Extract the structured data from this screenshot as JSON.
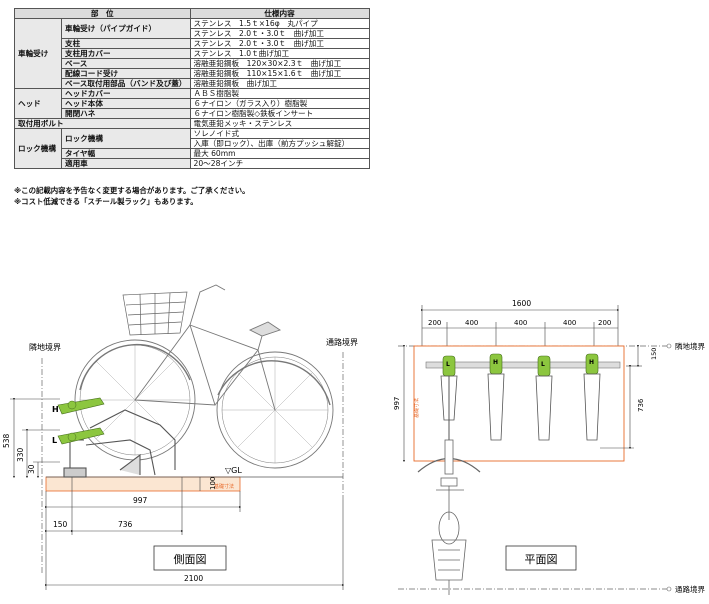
{
  "spec": {
    "headers": [
      "部　位",
      "仕様内容"
    ],
    "groups": [
      {
        "group": "車輪受け",
        "rows": [
          {
            "part": "車輪受け（パイプガイド）",
            "value": "ステンレス　1.5ｔ×16φ　丸パイプ"
          },
          {
            "part": "",
            "value": "ステンレス　2.0ｔ・3.0ｔ　曲げ加工"
          },
          {
            "part": "支柱",
            "value": "ステンレス　2.0ｔ・3.0ｔ　曲げ加工"
          },
          {
            "part": "支柱用カバー",
            "value": "ステンレス　1.0ｔ曲げ加工"
          },
          {
            "part": "ベース",
            "value": "溶融亜鉛鋼板　120×30×2.3ｔ　曲げ加工"
          },
          {
            "part": "配線コード受け",
            "value": "溶融亜鉛鋼板　110×15×1.6ｔ　曲げ加工"
          },
          {
            "part": "ベース取付用部品（バンド及び蓋）",
            "value": "溶融亜鉛鋼板　曲げ加工"
          }
        ]
      },
      {
        "group": "ヘッド",
        "rows": [
          {
            "part": "ヘッドカバー",
            "value": "ＡＢＳ樹脂製"
          },
          {
            "part": "ヘッド本体",
            "value": "６ナイロン（ガラス入り）樹脂製"
          },
          {
            "part": "開閉ハネ",
            "value": "６ナイロン樹脂製◇鉄板インサート"
          }
        ]
      },
      {
        "group": "取付用ボルト",
        "rows": [
          {
            "part": "",
            "value": "電気亜鉛メッキ・ステンレス"
          }
        ]
      },
      {
        "group": "ロック機構",
        "rows": [
          {
            "part": "ロック機構",
            "value": "ソレノイド式"
          },
          {
            "part": "",
            "value": "入庫（即ロック）、出庫（前方プッシュ解錠）"
          },
          {
            "part": "タイヤ幅",
            "value": "最大 60mm"
          },
          {
            "part": "適用車",
            "value": "20～28インチ"
          }
        ]
      }
    ],
    "notes": [
      "※この記載内容を予告なく変更する場合があります。ご了承ください。",
      "※コスト低減できる「スチール製ラック」もあります。"
    ]
  },
  "side": {
    "title": "側面図",
    "left_boundary": "隣地境界",
    "right_boundary": "通路境界",
    "gl": "▽GL",
    "foundation": "基礎寸法",
    "h": "H",
    "l": "L",
    "dims": {
      "d538": "538",
      "d330": "330",
      "d30": "30",
      "d997": "997",
      "d150": "150",
      "d736": "736",
      "d2100": "2100",
      "d100": "100"
    }
  },
  "plan": {
    "title": "平面図",
    "right_boundary_top": "隣地境界",
    "right_boundary_bottom": "通路境界",
    "foundation": "基礎寸法",
    "dims": {
      "d1600": "1600",
      "d200a": "200",
      "d400a": "400",
      "d400b": "400",
      "d400c": "400",
      "d200b": "200",
      "d150": "150",
      "d736": "736",
      "d997": "997"
    },
    "rack_letters": [
      "L",
      "H",
      "L",
      "H"
    ]
  },
  "colors": {
    "accent": "#8cc63f",
    "foundation_fill": "#fbe6d2",
    "foundation_line": "#e86a2a",
    "dim": "#444444"
  }
}
